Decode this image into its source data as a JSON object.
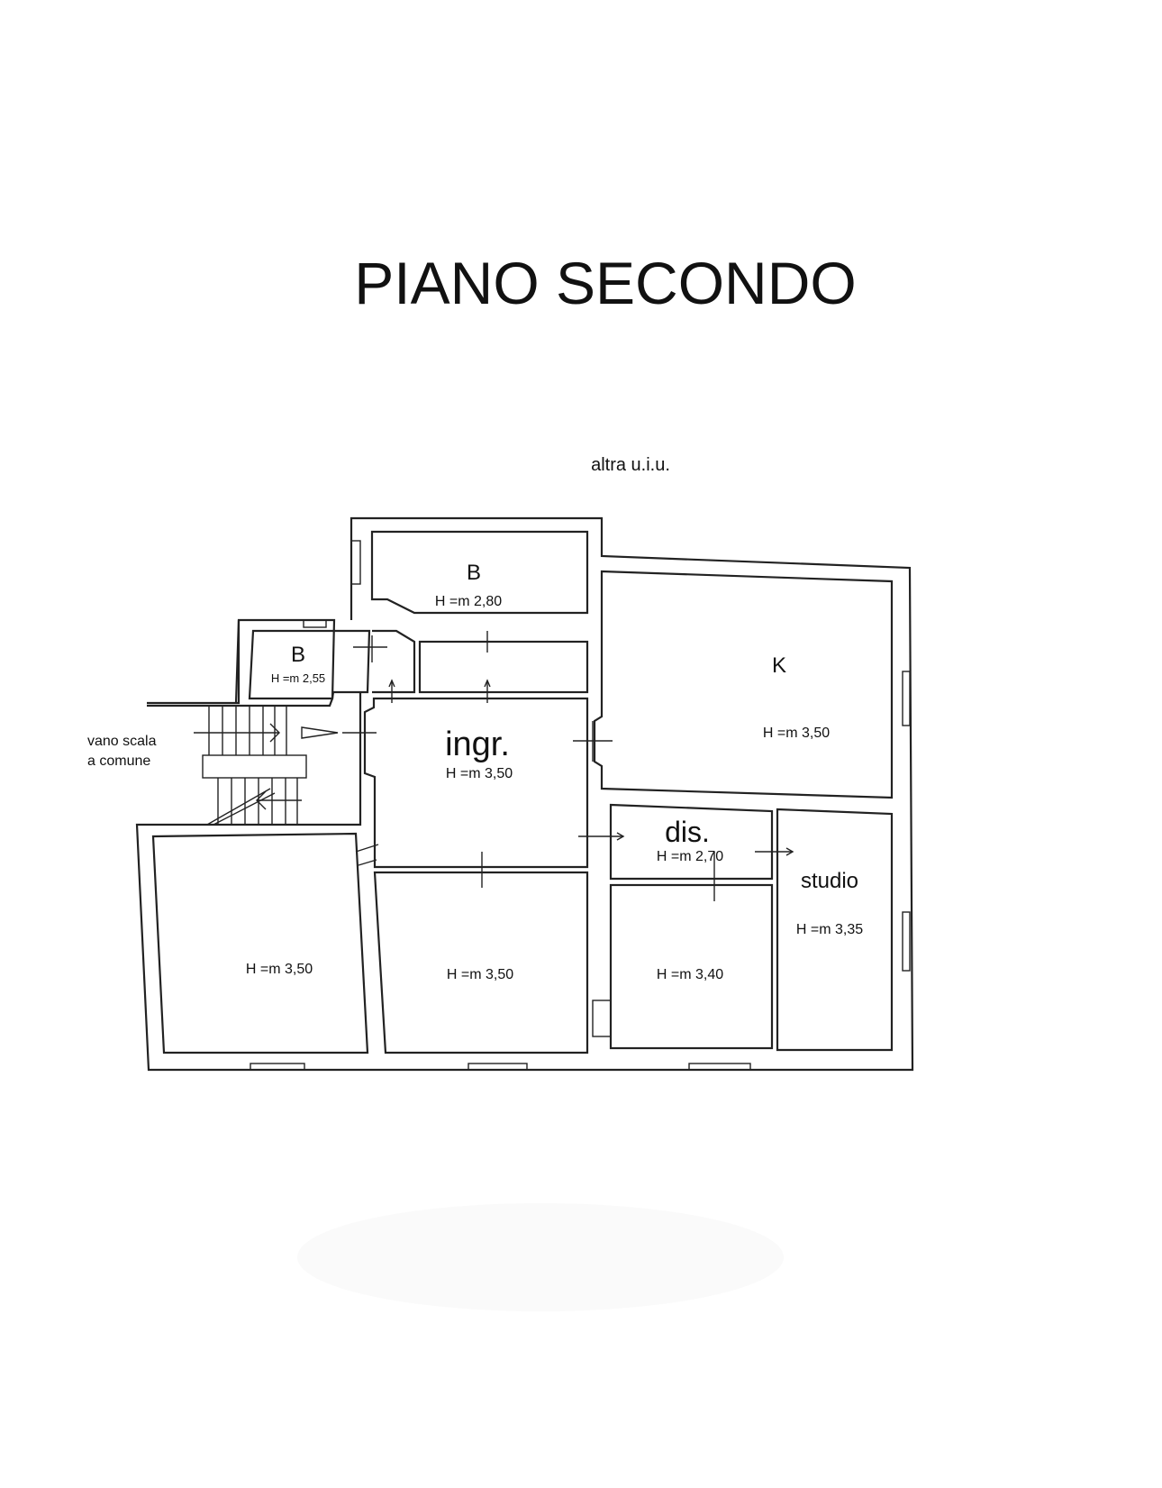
{
  "title": "PIANO SECONDO",
  "labels": {
    "neighbor": "altra u.i.u.",
    "stair_line1": "vano scala",
    "stair_line2": "a comune"
  },
  "rooms": [
    {
      "name": "B",
      "height": "H =m 2,80"
    },
    {
      "name": "B",
      "height": "H =m 2,55"
    },
    {
      "name": "K",
      "height": "H =m 3,50"
    },
    {
      "name": "ingr.",
      "height": "H =m 3,50"
    },
    {
      "name": "dis.",
      "height": "H =m 2,70"
    },
    {
      "name": "studio",
      "height": "H =m 3,35"
    },
    {
      "name": "",
      "height": "H =m 3,50"
    },
    {
      "name": "",
      "height": "H =m 3,50"
    },
    {
      "name": "",
      "height": "H =m 3,40"
    }
  ],
  "colors": {
    "line": "#222222",
    "background": "#ffffff"
  }
}
